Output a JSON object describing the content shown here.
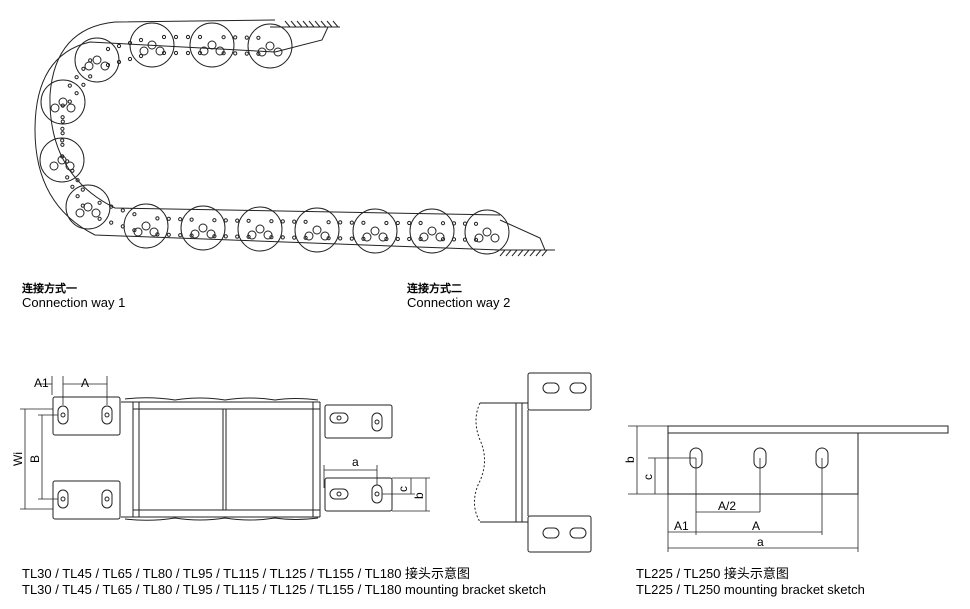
{
  "captions": {
    "way1": {
      "zh": "连接方式一",
      "en": "Connection way 1"
    },
    "way2": {
      "zh": "连接方式二",
      "en": "Connection way 2"
    },
    "sketch_left": {
      "zh": "TL30 / TL45 / TL65 / TL80 / TL95 / TL115 / TL125 / TL155 / TL180 接头示意图",
      "en": "TL30 / TL45 / TL65 / TL80 / TL95 / TL115 / TL125 / TL155 / TL180 mounting bracket sketch"
    },
    "sketch_right": {
      "zh": "TL225 / TL250 接头示意图",
      "en": "TL225 / TL250 mounting bracket sketch"
    }
  },
  "dimensions": {
    "left": {
      "A1": "A1",
      "A": "A",
      "Wi": "Wi",
      "B": "B",
      "a": "a",
      "c": "c",
      "b": "b"
    },
    "right": {
      "b": "b",
      "c": "c",
      "A_half": "A/2",
      "A1": "A1",
      "A": "A",
      "a": "a"
    }
  }
}
